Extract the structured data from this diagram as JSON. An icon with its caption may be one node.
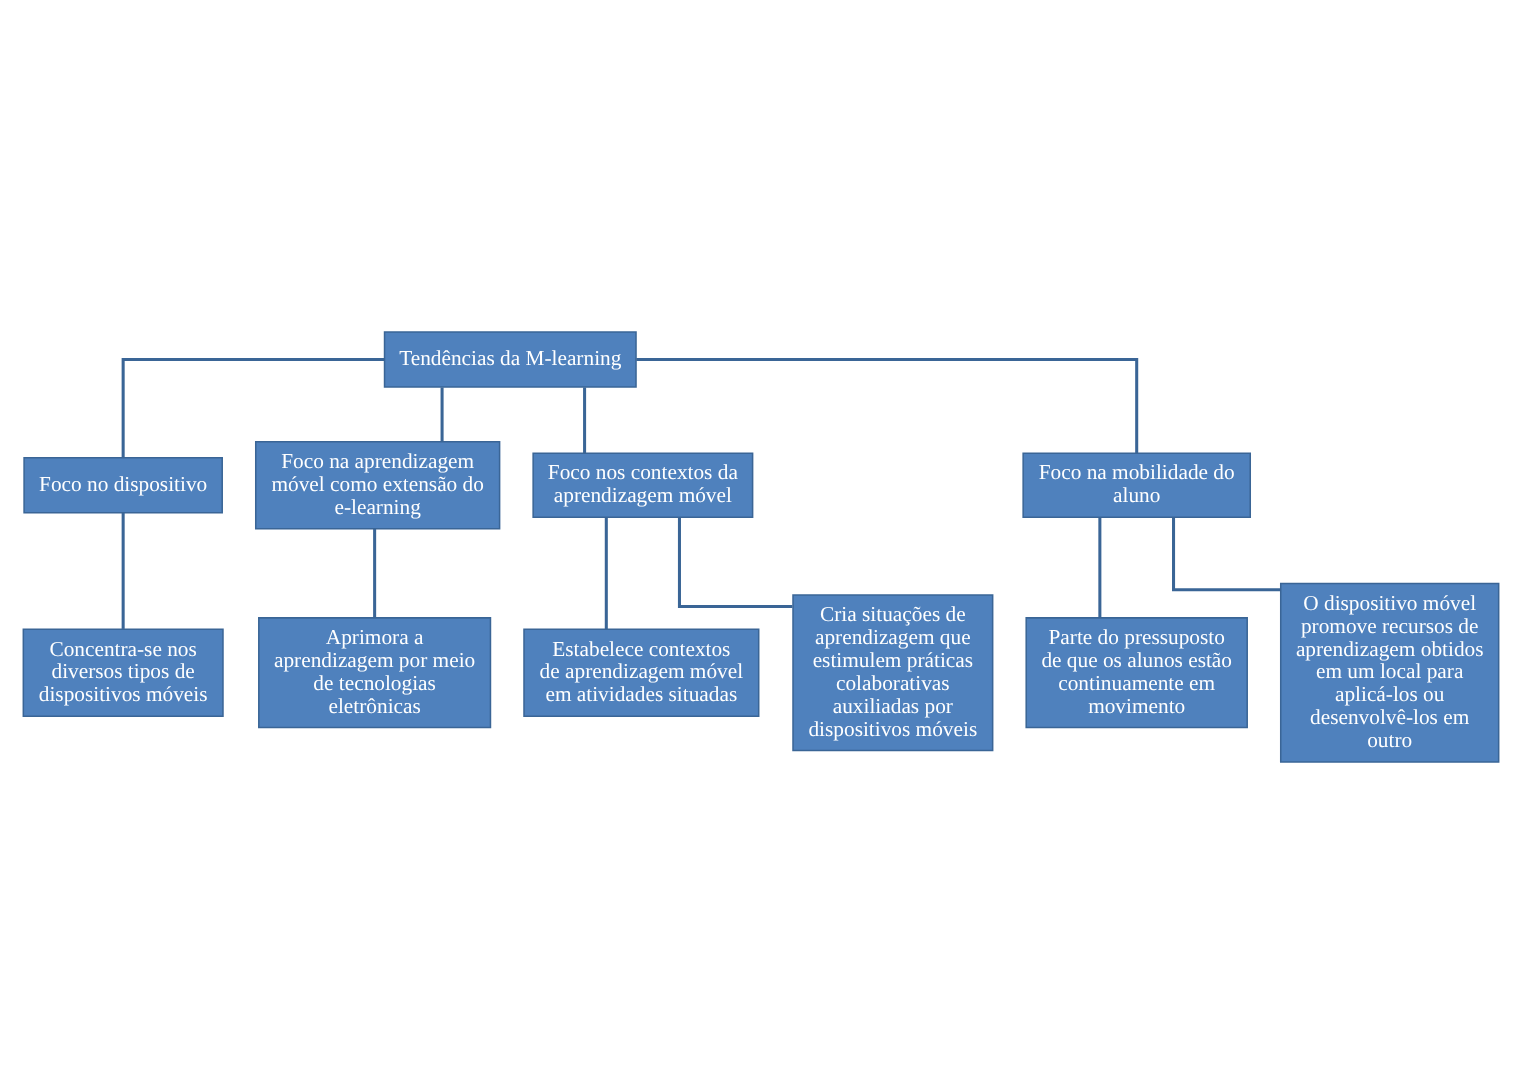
{
  "diagram": {
    "nodes": [
      {
        "text": [
          "Tendências da M-learning"
        ]
      },
      {
        "text": [
          "Foco no dispositivo"
        ]
      },
      {
        "text": [
          "Foco na aprendizagem móvel como extensão do e-learning"
        ]
      },
      {
        "text": [
          "Foco nos contextos da aprendizagem móvel"
        ]
      },
      {
        "text": [
          "Foco na mobilidade do aluno"
        ]
      },
      {
        "text": [
          "Concentra-se nos diversos tipos de dispositivos móveis"
        ]
      },
      {
        "text": [
          "Aprimora a aprendizagem por meio de tecnologias eletrônicas"
        ]
      },
      {
        "text": [
          "Estabelece contextos de aprendizagem móvel em atividades situadas"
        ]
      },
      {
        "text": [
          "Cria situações de aprendizagem que estimulem práticas colaborativas auxiliadas por dispositivos móveis"
        ]
      },
      {
        "text": [
          "Parte do pressuposto de que os alunos estão continuamente em movimento"
        ]
      },
      {
        "text": [
          "O dispositivo móvel promove recursos de aprendizagem obtidos em um local para aplicá-los ou desenvolvê-los em outro"
        ]
      }
    ],
    "edges": [
      {
        "from": 0,
        "to": 1,
        "arrow": "none"
      },
      {
        "from": 0,
        "to": 2,
        "arrow": "none"
      },
      {
        "from": 0,
        "to": 3,
        "arrow": "none"
      },
      {
        "from": 0,
        "to": 4,
        "arrow": "none"
      },
      {
        "from": 1,
        "to": 5,
        "arrow": "none"
      },
      {
        "from": 2,
        "to": 6,
        "arrow": "none"
      },
      {
        "from": 3,
        "to": 7,
        "arrow": "none"
      },
      {
        "from": 3,
        "to": 8,
        "arrow": "none"
      },
      {
        "from": 4,
        "to": 9,
        "arrow": "none"
      },
      {
        "from": 4,
        "to": 10,
        "arrow": "none"
      }
    ]
  }
}
